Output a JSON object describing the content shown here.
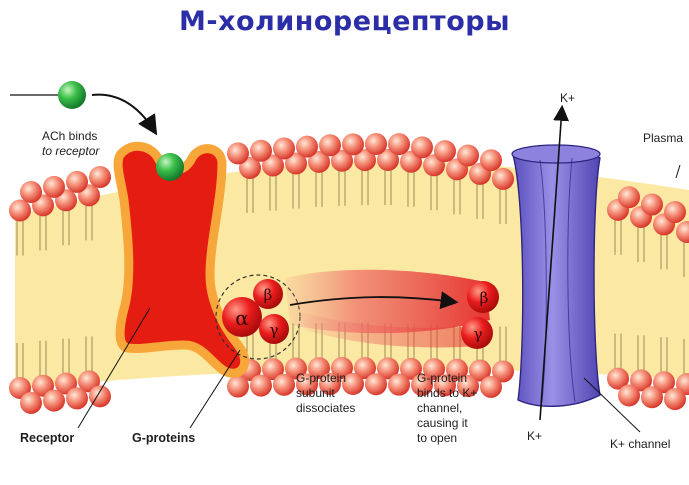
{
  "title": "М-холинорецепторы",
  "labels": {
    "ach_binds_1": "ACh binds",
    "ach_binds_2": "to receptor",
    "k_top": "K+",
    "plasma": "Plasma",
    "receptor": "Receptor",
    "g_proteins": "G-proteins",
    "dissociates_1": "G-protein",
    "dissociates_2": "subunit",
    "dissociates_3": "dissociates",
    "binds_1": "G-protein",
    "binds_2": "binds to K+",
    "binds_3": "channel,",
    "binds_4": "causing it",
    "binds_5": "to open",
    "k_bottom": "K+",
    "k_channel": "K+ channel"
  },
  "subunits": {
    "alpha": "α",
    "beta": "β",
    "gamma": "γ",
    "beta_bound": "β",
    "gamma_bound": "γ"
  },
  "colors": {
    "title": "#2b2ea6",
    "membrane_core": "#fbe9a3",
    "lipid_head": "#e8584a",
    "receptor_fill": "#e51c12",
    "receptor_outline": "#f7a63a",
    "ach_ligand": "#2fae3f",
    "k_channel": "#7b6fd0",
    "g_protein": "#e4161f"
  }
}
